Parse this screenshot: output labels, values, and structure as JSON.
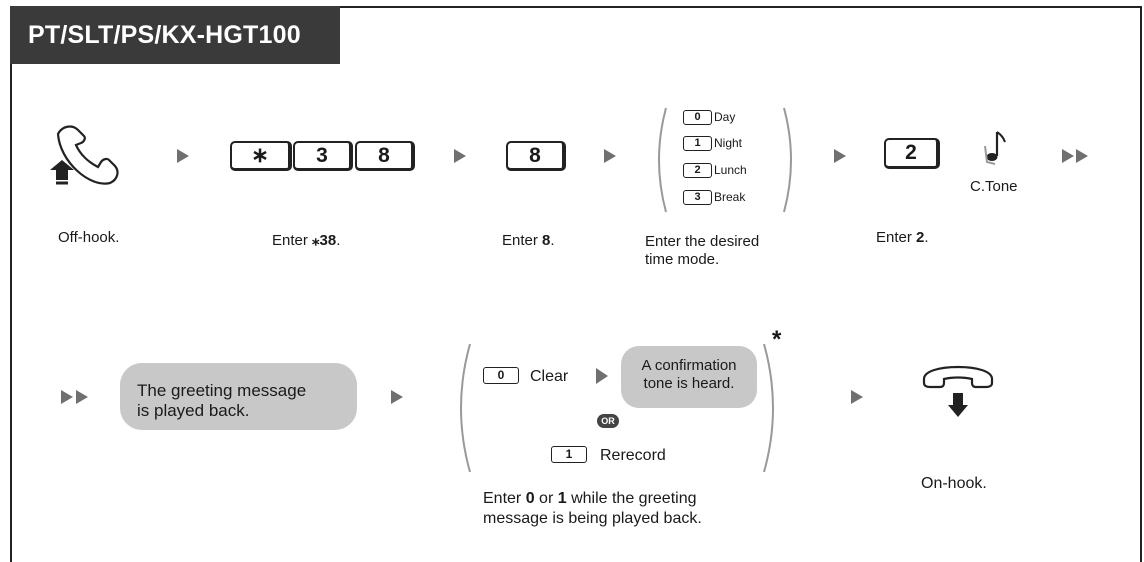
{
  "header": {
    "title": "PT/SLT/PS/KX-HGT100"
  },
  "row1": {
    "offhook_caption": "Off-hook.",
    "keys_star38": [
      "∗",
      "3",
      "8"
    ],
    "enter_star38": {
      "prefix": "Enter ",
      "value": "⁎38",
      "suffix": "."
    },
    "key8": "8",
    "enter_8": {
      "prefix": "Enter ",
      "value": "8",
      "suffix": "."
    },
    "time_modes": [
      {
        "key": "0",
        "label": "Day"
      },
      {
        "key": "1",
        "label": "Night"
      },
      {
        "key": "2",
        "label": "Lunch"
      },
      {
        "key": "3",
        "label": "Break"
      }
    ],
    "time_mode_caption": {
      "line1": "Enter the desired",
      "line2": "time mode."
    },
    "key2": "2",
    "enter_2": {
      "prefix": "Enter ",
      "value": "2",
      "suffix": "."
    },
    "ctone_label": "C.Tone"
  },
  "row2": {
    "greeting_pill": {
      "line1": "The greeting message",
      "line2": "is played back."
    },
    "option_clear": {
      "key": "0",
      "label": "Clear"
    },
    "confirm_pill": {
      "line1": "A confirmation",
      "line2": "tone is heard."
    },
    "or_label": "OR",
    "option_rerecord": {
      "key": "1",
      "label": "Rerecord"
    },
    "asterisk": "*",
    "bottom_caption": {
      "p1": "Enter ",
      "v1": "0",
      "p2": " or ",
      "v2": "1",
      "p3": " while the greeting",
      "line2": "message is being played back."
    },
    "onhook_caption": "On-hook."
  },
  "colors": {
    "header_bg": "#3a3a3a",
    "pill_bg": "#c8c8c8",
    "arrow": "#707070"
  }
}
